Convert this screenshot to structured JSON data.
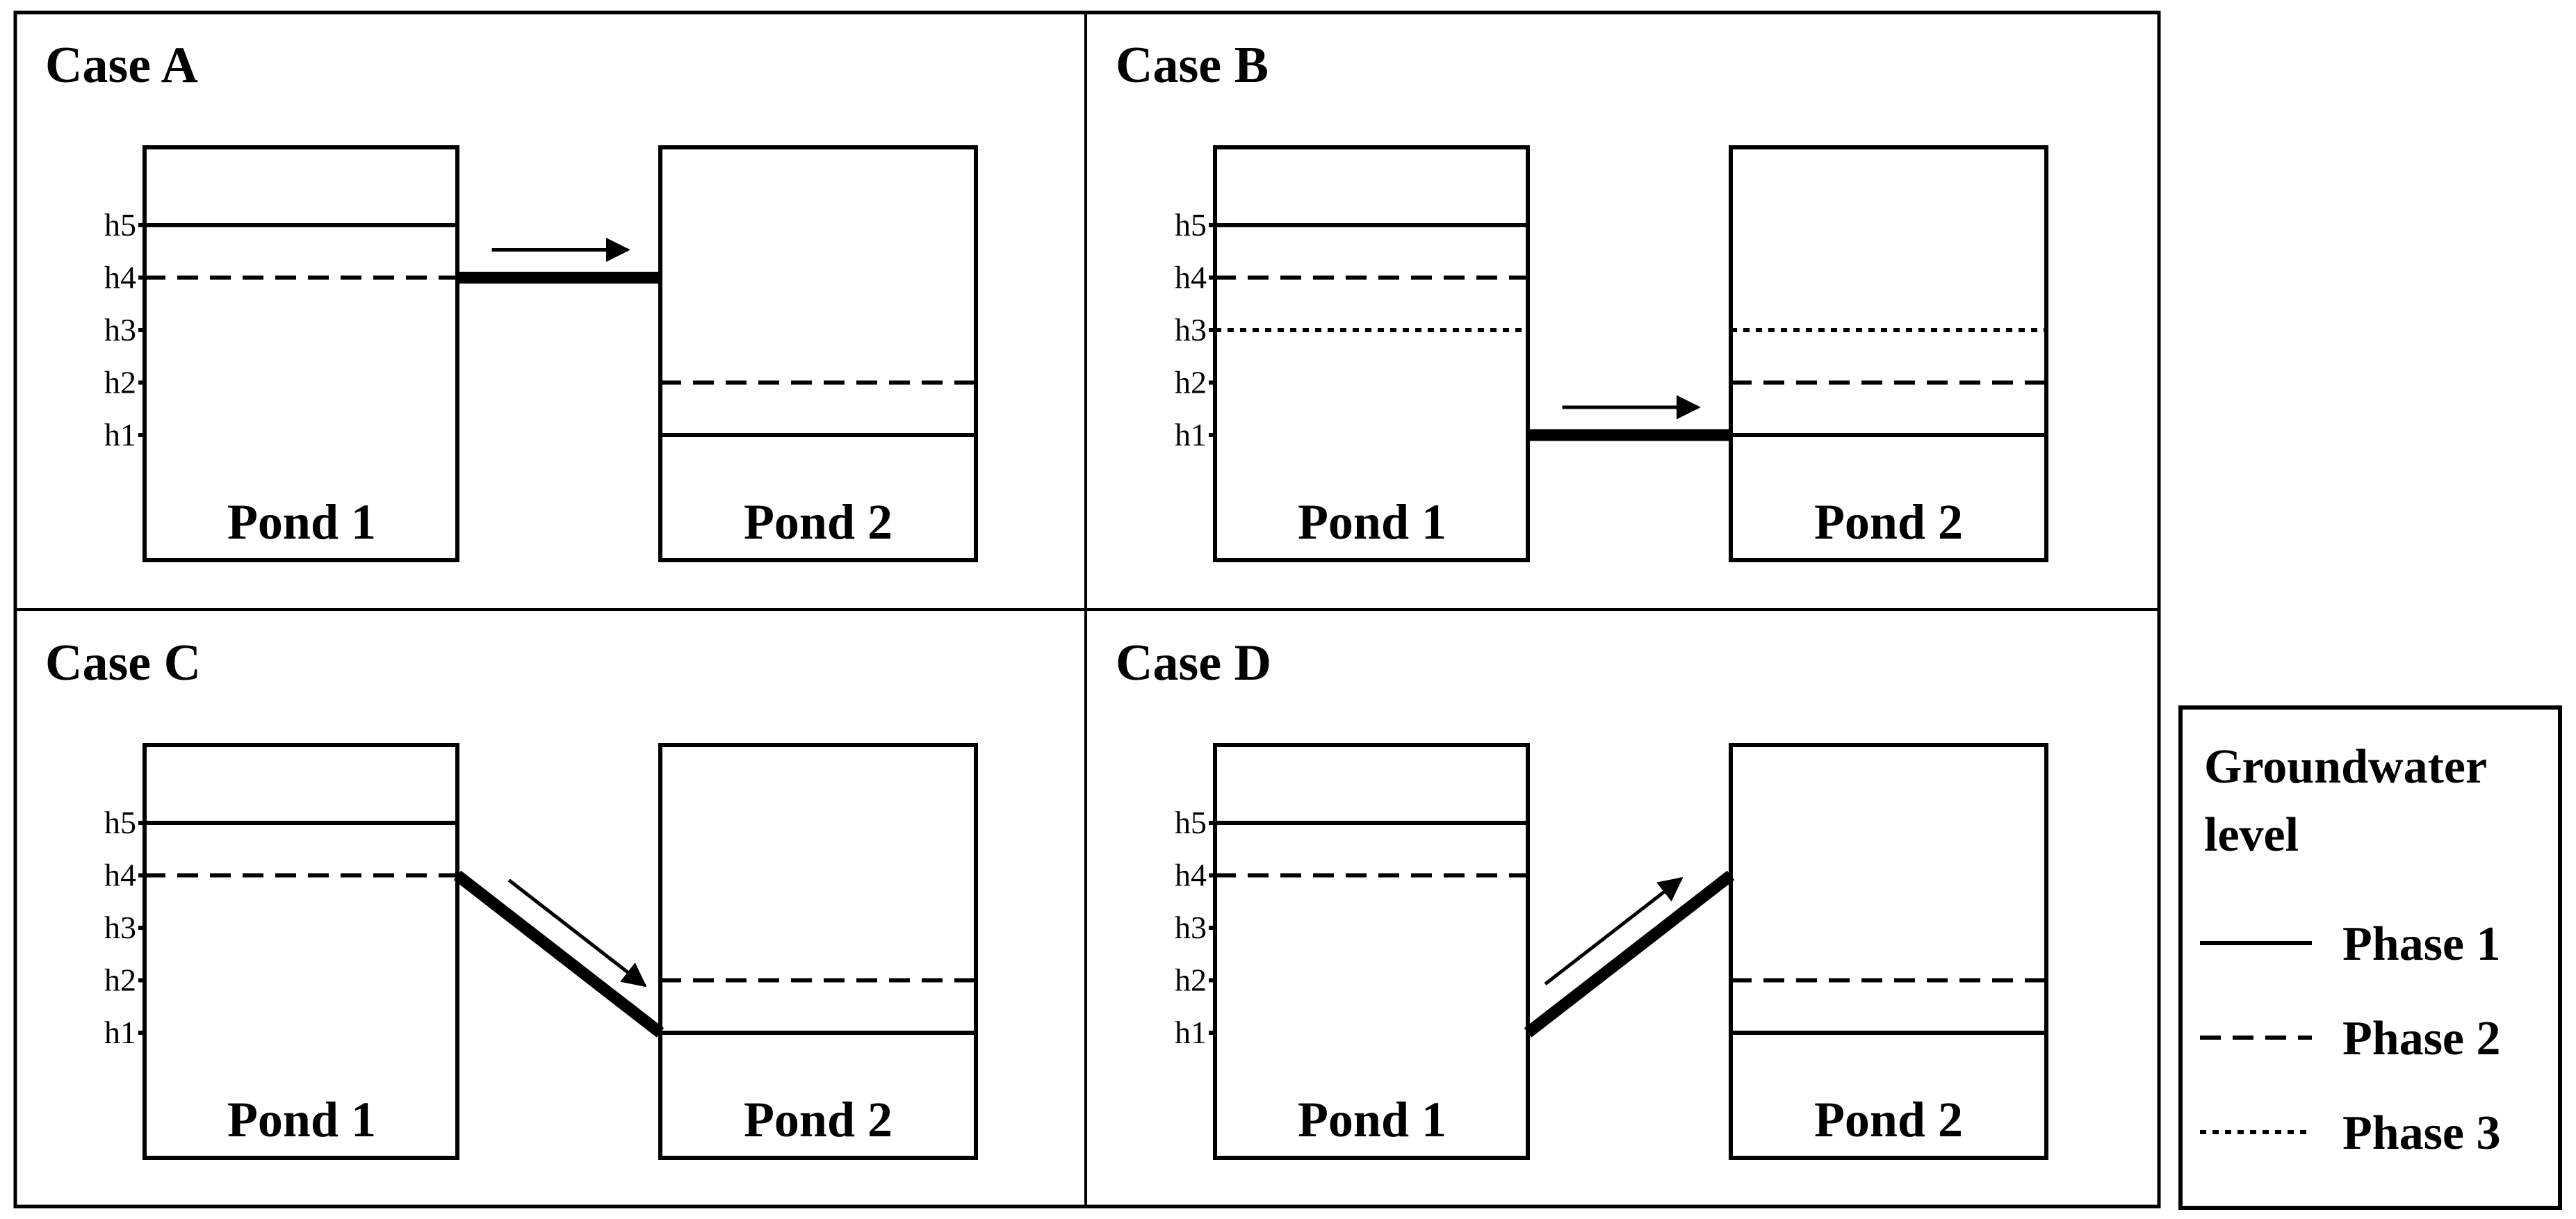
{
  "cases": [
    {
      "title": "Case A",
      "pond1": {
        "label": "Pond 1",
        "levels": [
          {
            "phase": 1,
            "h": 5
          },
          {
            "phase": 2,
            "h": 4
          }
        ]
      },
      "pond2": {
        "label": "Pond 2",
        "levels": [
          {
            "phase": 1,
            "h": 1
          },
          {
            "phase": 2,
            "h": 2
          }
        ]
      },
      "connector": {
        "from_h": 4,
        "to_h": 4,
        "direction": "pond1-to-pond2"
      }
    },
    {
      "title": "Case B",
      "pond1": {
        "label": "Pond 1",
        "levels": [
          {
            "phase": 1,
            "h": 5
          },
          {
            "phase": 2,
            "h": 4
          },
          {
            "phase": 3,
            "h": 3
          }
        ]
      },
      "pond2": {
        "label": "Pond 2",
        "levels": [
          {
            "phase": 1,
            "h": 1
          },
          {
            "phase": 2,
            "h": 2
          },
          {
            "phase": 3,
            "h": 3
          }
        ]
      },
      "connector": {
        "from_h": 1,
        "to_h": 1,
        "direction": "pond1-to-pond2"
      }
    },
    {
      "title": "Case C",
      "pond1": {
        "label": "Pond 1",
        "levels": [
          {
            "phase": 1,
            "h": 5
          },
          {
            "phase": 2,
            "h": 4
          }
        ]
      },
      "pond2": {
        "label": "Pond 2",
        "levels": [
          {
            "phase": 1,
            "h": 1
          },
          {
            "phase": 2,
            "h": 2
          }
        ]
      },
      "connector": {
        "from_h": 4,
        "to_h": 1,
        "direction": "pond1-to-pond2"
      }
    },
    {
      "title": "Case D",
      "pond1": {
        "label": "Pond 1",
        "levels": [
          {
            "phase": 1,
            "h": 5
          },
          {
            "phase": 2,
            "h": 4
          }
        ]
      },
      "pond2": {
        "label": "Pond 2",
        "levels": [
          {
            "phase": 1,
            "h": 1
          },
          {
            "phase": 2,
            "h": 2
          }
        ]
      },
      "connector": {
        "from_h": 1,
        "to_h": 4,
        "direction": "pond1-to-pond2"
      }
    }
  ],
  "tick_labels": [
    "h1",
    "h2",
    "h3",
    "h4",
    "h5"
  ],
  "legend": {
    "title_line1": "Groundwater",
    "title_line2": "level",
    "items": [
      {
        "label": "Phase 1",
        "style": "solid"
      },
      {
        "label": "Phase 2",
        "style": "dashed"
      },
      {
        "label": "Phase 3",
        "style": "dotted"
      }
    ]
  },
  "colors": {
    "ink": "#000000",
    "background": "#ffffff"
  }
}
